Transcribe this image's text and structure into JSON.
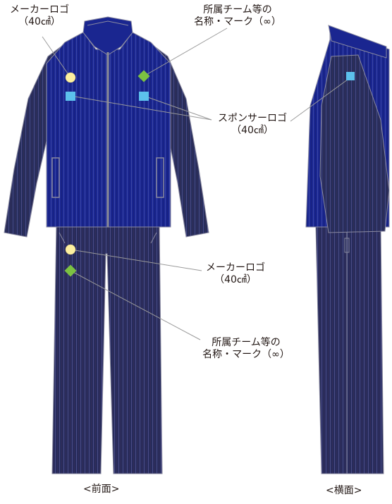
{
  "labels": {
    "maker_logo_jacket": {
      "line1": "メーカーロゴ",
      "line2": "（40㎠）"
    },
    "team_mark_jacket": {
      "line1": "所属チーム等の",
      "line2": "名称・マーク（∞）"
    },
    "sponsor_logo": {
      "line1": "スポンサーロゴ",
      "line2": "（40㎠）"
    },
    "maker_logo_pants": {
      "line1": "メーカーロゴ",
      "line2": "（40㎠）"
    },
    "team_mark_pants": {
      "line1": "所属チーム等の",
      "line2": "名称・マーク（∞）"
    }
  },
  "captions": {
    "front": "<前面>",
    "side": "<横面>"
  },
  "colors": {
    "jacket_body": "#1a2690",
    "jacket_sleeve": "#252d58",
    "pants": "#262b5a",
    "stripe": "#4a4a86",
    "outline": "#8a8aa0",
    "zipper": "#8c8c96",
    "maker_logo": "#fdf0a0",
    "team_mark": "#7cc242",
    "sponsor_logo": "#5cc0ec",
    "leader_line": "#9a9a9a"
  },
  "icons": {
    "maker_logo": "circle",
    "team_mark": "diamond",
    "sponsor_logo": "square"
  }
}
